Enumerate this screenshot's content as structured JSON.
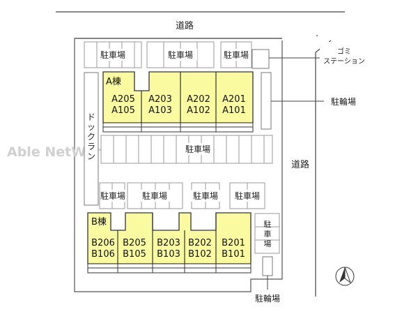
{
  "roads": {
    "top": "道路",
    "right": "道路"
  },
  "watermark": "Able NetWork",
  "building_a": {
    "label": "A棟",
    "units": [
      {
        "upper": "A205",
        "lower": "A105"
      },
      {
        "upper": "A203",
        "lower": "A103"
      },
      {
        "upper": "A202",
        "lower": "A102"
      },
      {
        "upper": "A201",
        "lower": "A101"
      }
    ]
  },
  "building_b": {
    "label": "B棟",
    "units": [
      {
        "upper": "B206",
        "lower": "B106"
      },
      {
        "upper": "B205",
        "lower": "B105"
      },
      {
        "upper": "B203",
        "lower": "B103"
      },
      {
        "upper": "B202",
        "lower": "B102"
      },
      {
        "upper": "B201",
        "lower": "B101"
      }
    ]
  },
  "parking_label": "駐車場",
  "bicycle_label": "駐輪場",
  "garbage_station": "ゴミステーション",
  "dog_run": "ドックラン"
}
